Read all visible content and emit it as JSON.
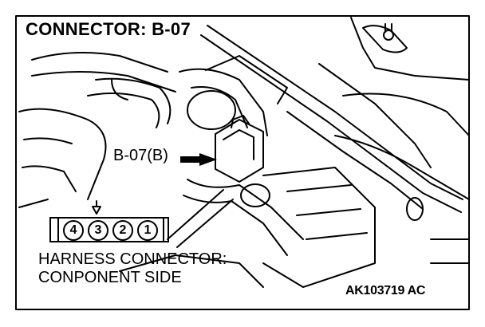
{
  "title": "CONNECTOR: B-07",
  "callout_label": "B-07(B)",
  "harness_label_line1": "HARNESS CONNECTOR:",
  "harness_label_line2": "CONPONENT SIDE",
  "pins": [
    "4",
    "3",
    "2",
    "1"
  ],
  "figure_id": "AK103719 AC"
}
